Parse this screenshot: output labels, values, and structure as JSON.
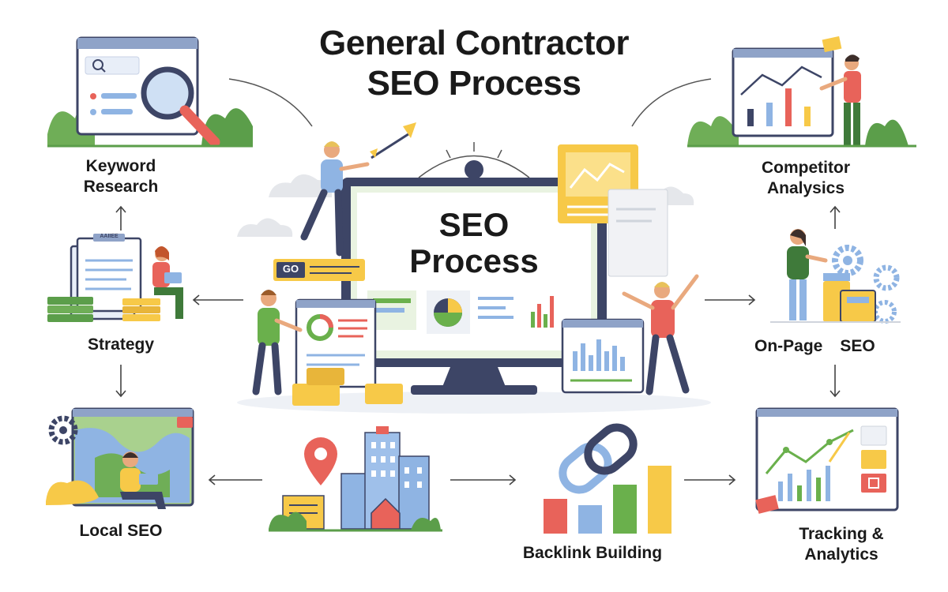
{
  "title_line1": "General Contractor",
  "title_line2": "SEO Process",
  "center": {
    "screen_line1": "SEO",
    "screen_line2": "Process",
    "go_button": "GO"
  },
  "steps": {
    "keyword_research_line1": "Keyword",
    "keyword_research_line2": "Research",
    "competitor_analysis_line1": "Competitor",
    "competitor_analysis_line2": "Analysics",
    "strategy": "Strategy",
    "on_page_a": "On-Page",
    "on_page_b": "SEO",
    "local_seo": "Local SEO",
    "backlink_building": "Backlink Building",
    "tracking_line1": "Tracking &",
    "tracking_line2": "Analytics"
  },
  "clipboard_text": "AAIIEE",
  "colors": {
    "navy": "#3d4566",
    "green": "#6ab04c",
    "yellow": "#f7c948",
    "red": "#e8635a",
    "blue": "#8fb4e3",
    "leaf": "#5b9e4a",
    "skin": "#e9a97e"
  }
}
